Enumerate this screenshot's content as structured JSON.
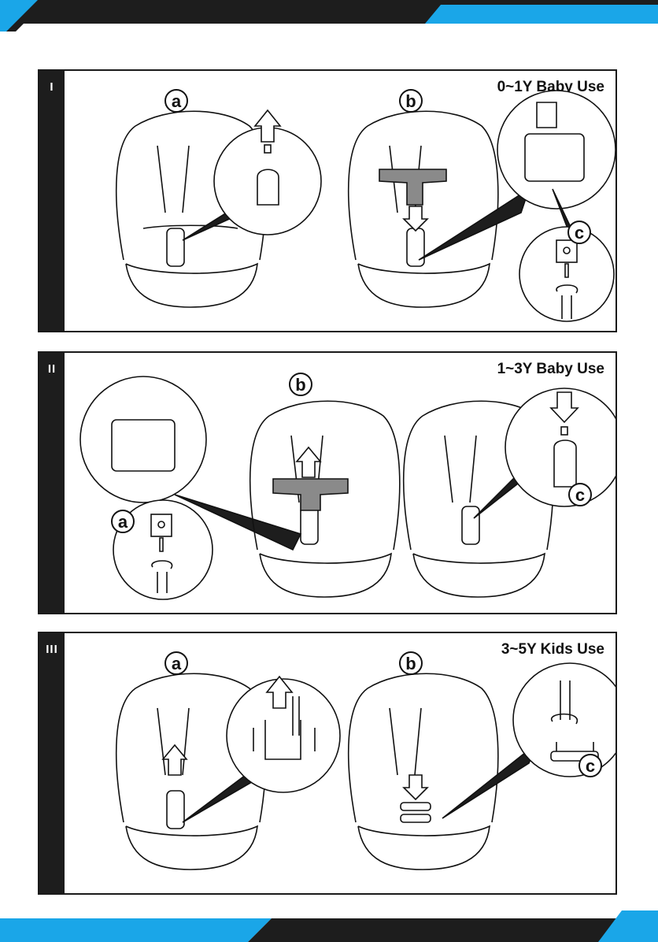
{
  "panels": [
    {
      "numeral": "I",
      "title": "0~1Y Baby Use",
      "labels": [
        "a",
        "b",
        "c"
      ]
    },
    {
      "numeral": "II",
      "title": "1~3Y Baby Use",
      "labels": [
        "b",
        "a",
        "c"
      ]
    },
    {
      "numeral": "III",
      "title": "3~5Y Kids Use",
      "labels": [
        "a",
        "b",
        "c"
      ]
    }
  ],
  "colors": {
    "bar": "#1d1d1d",
    "accent_blue": "#1aa6e8",
    "strap_pad": "#8a8a8a"
  },
  "icons": [
    "up-arrow-icon",
    "down-arrow-icon",
    "rotate-arrow-icon",
    "screw-icon"
  ]
}
